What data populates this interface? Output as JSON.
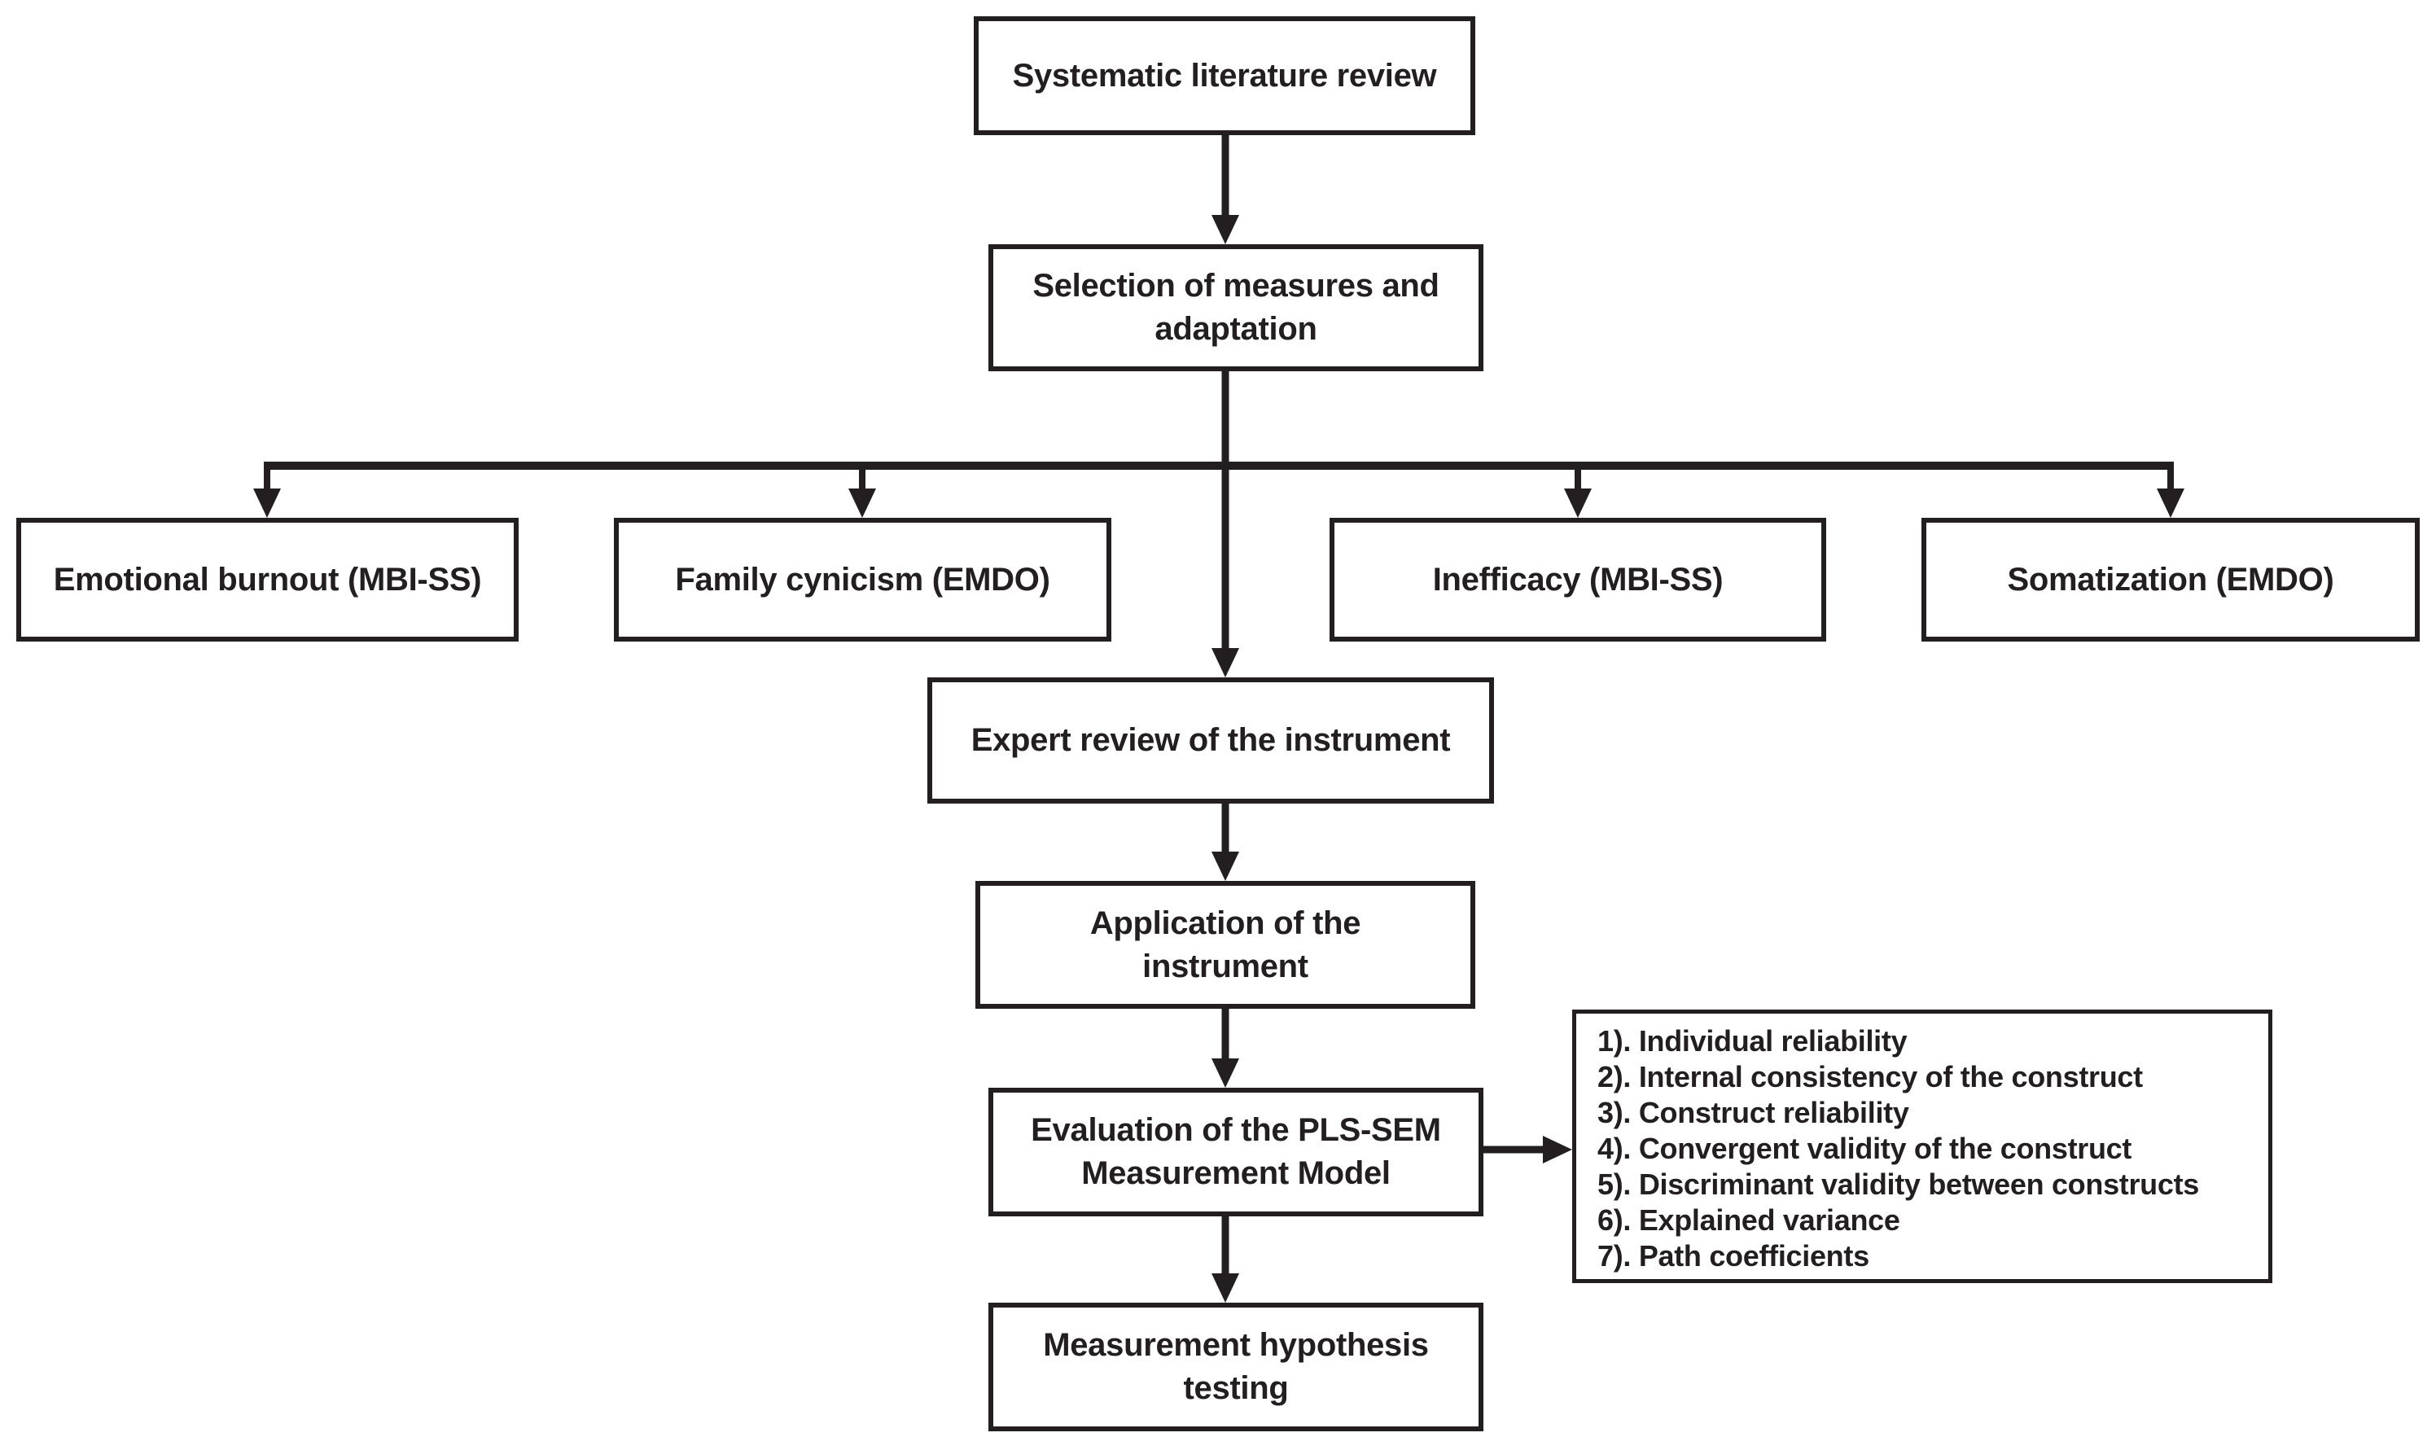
{
  "colors": {
    "ink": "#231f20",
    "background": "#ffffff"
  },
  "boxes": {
    "systematic": {
      "label": "Systematic literature review"
    },
    "selection": {
      "label": "Selection of measures and\nadaptation"
    },
    "emotional": {
      "label": "Emotional burnout (MBI-SS)"
    },
    "family": {
      "label": "Family cynicism (EMDO)"
    },
    "inefficacy": {
      "label": "Inefficacy (MBI-SS)"
    },
    "somatization": {
      "label": "Somatization (EMDO)"
    },
    "expert": {
      "label": "Expert review of the instrument"
    },
    "application": {
      "label": "Application of the\ninstrument"
    },
    "evaluation": {
      "label": "Evaluation of the PLS-SEM\nMeasurement Model"
    },
    "hypothesis": {
      "label": "Measurement hypothesis\ntesting"
    }
  },
  "criteria": {
    "items": [
      "1). Individual reliability",
      "2). Internal consistency of the construct",
      "3). Construct reliability",
      "4). Convergent validity of the construct",
      "5). Discriminant validity between constructs",
      "6). Explained variance",
      "7). Path coefficients"
    ]
  }
}
